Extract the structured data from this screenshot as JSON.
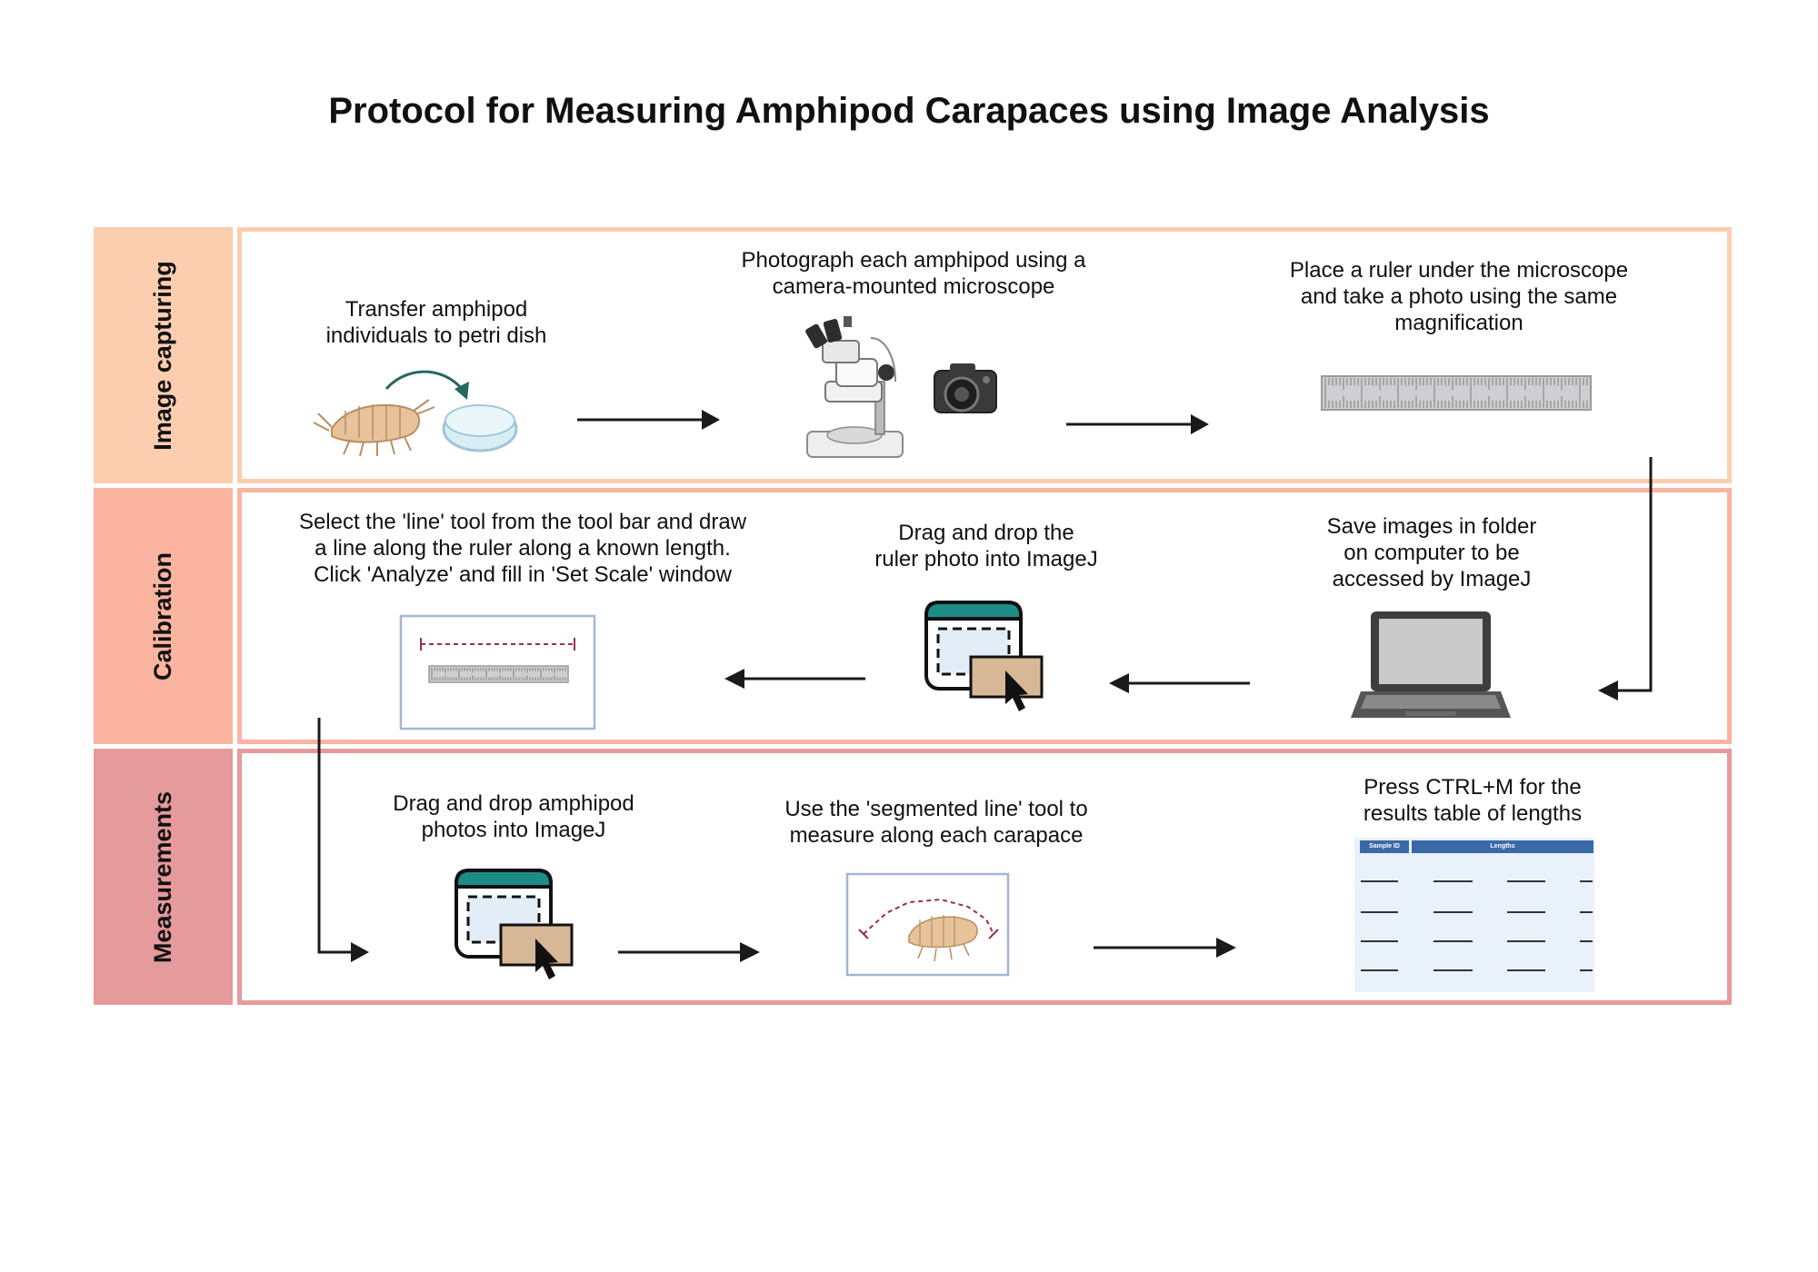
{
  "title": "Protocol for Measuring Amphipod Carapaces using Image Analysis",
  "lanes": [
    {
      "label": "Image capturing",
      "color": "#fdcdb0",
      "border": "#fdcdb0",
      "steps": [
        {
          "text": "Transfer amphipod\nindividuals to petri dish",
          "icon": "amphipod-petri-dish-icon"
        },
        {
          "text": "Photograph each amphipod using a\ncamera-mounted microscope",
          "icon": "microscope-camera-icon"
        },
        {
          "text": "Place a ruler under the microscope\nand take a photo using the same\nmagnification",
          "icon": "ruler-icon"
        }
      ]
    },
    {
      "label": "Calibration",
      "color": "#fbb4a0",
      "border": "#fbb4a0",
      "steps": [
        {
          "text": "Save images in folder\non computer to be\naccessed by ImageJ",
          "icon": "laptop-icon"
        },
        {
          "text": "Drag and drop the\nruler photo into ImageJ",
          "icon": "drag-drop-window-icon"
        },
        {
          "text": "Select the 'line' tool from the tool bar and draw\na line along the ruler along a known length.\nClick 'Analyze' and fill in  'Set Scale' window",
          "icon": "ruler-scale-line-icon"
        }
      ]
    },
    {
      "label": "Measurements",
      "color": "#e59a9c",
      "border": "#e59a9c",
      "steps": [
        {
          "text": "Drag and drop amphipod\nphotos into ImageJ",
          "icon": "drag-drop-window-icon"
        },
        {
          "text": "Use the 'segmented line' tool to\nmeasure along each carapace",
          "icon": "segmented-line-amphipod-icon"
        },
        {
          "text": "Press CTRL+M for the\nresults table of lengths",
          "icon": "results-table-icon"
        }
      ]
    }
  ],
  "results_table": {
    "headers": [
      "Sample ID",
      "Lengths"
    ]
  }
}
